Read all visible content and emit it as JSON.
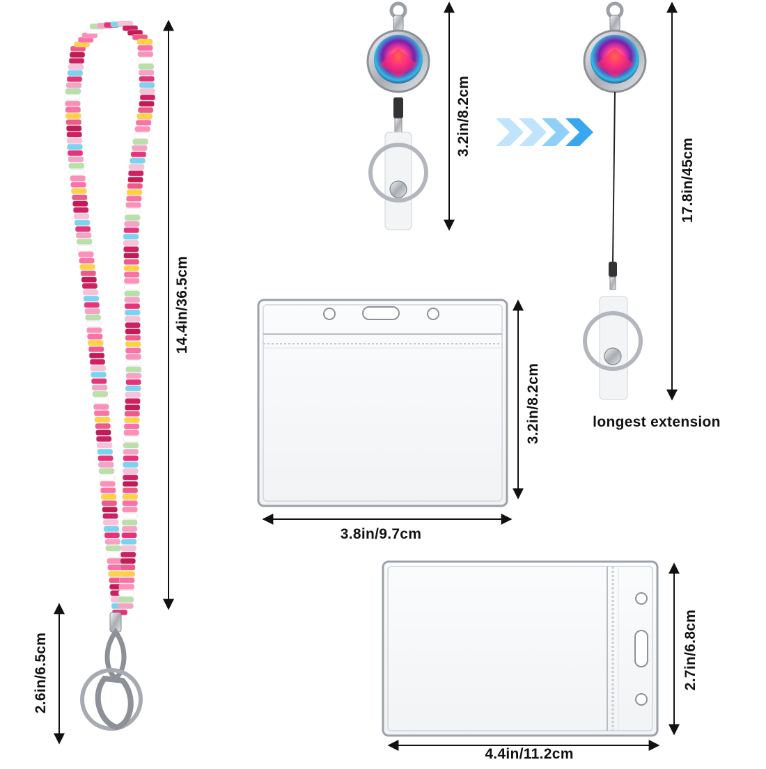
{
  "labels": {
    "lanyard_length": "14.4in/36.5cm",
    "clasp_length": "2.6in/6.5cm",
    "reel_height": "3.2in/8.2cm",
    "reel_extended": "17.8in/45cm",
    "longest_extension": "longest extension",
    "horizontal_holder_height": "3.2in/8.2cm",
    "horizontal_holder_width": "3.8in/9.7cm",
    "vertical_holder_height": "2.7in/6.8cm",
    "vertical_holder_width": "4.4in/11.2cm"
  },
  "colors": {
    "arrow_light": "#bfe4fb",
    "arrow_mid": "#8fd0f8",
    "arrow_dark": "#3aa6ee",
    "badge_purple": "#7a1fa8",
    "metal": "#c9ccd1"
  }
}
